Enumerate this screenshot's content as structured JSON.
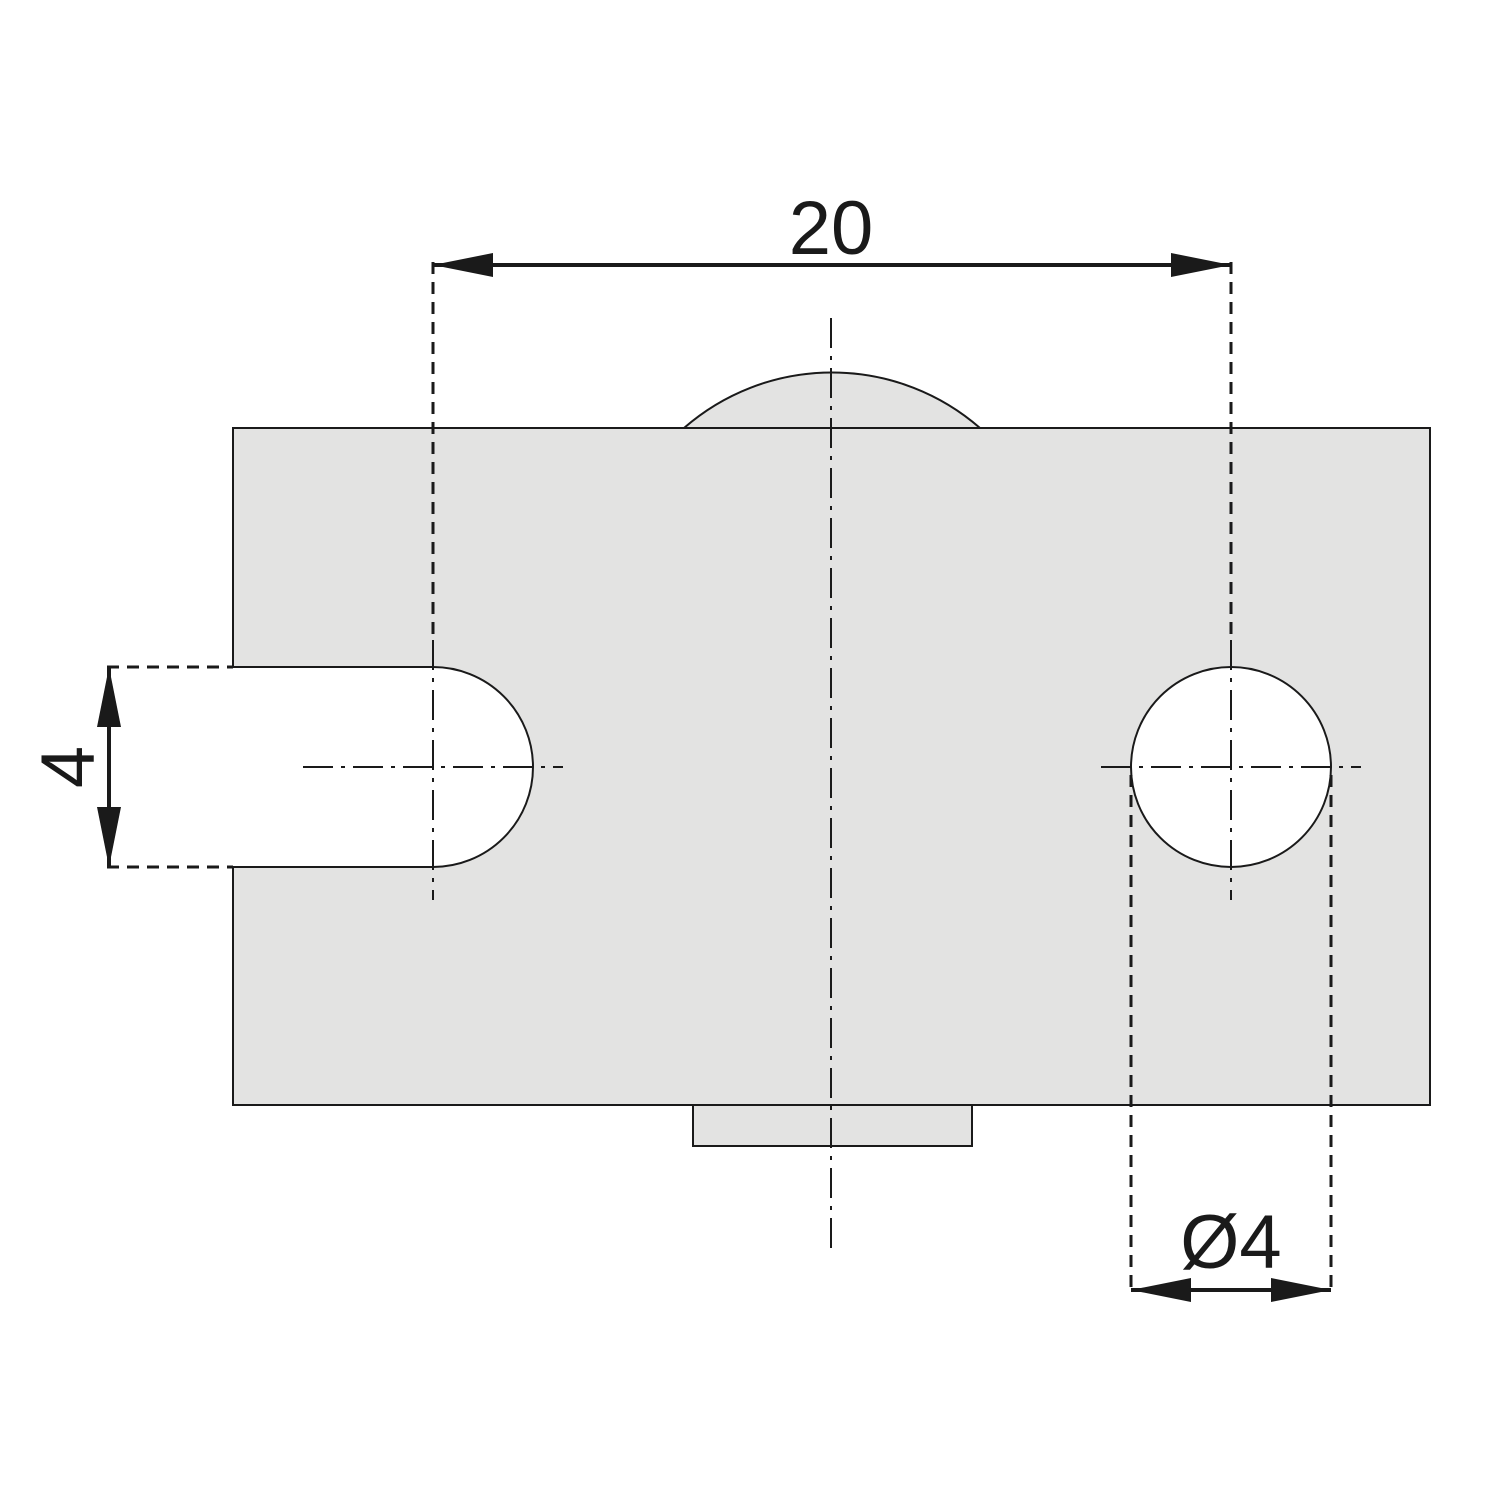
{
  "drawing": {
    "part_fill_color": "#e3e3e2",
    "line_color": "#1a1a1a",
    "dimensions": {
      "hole_spacing": "20",
      "slot_width": "4",
      "hole_diameter": "Ø4"
    }
  }
}
